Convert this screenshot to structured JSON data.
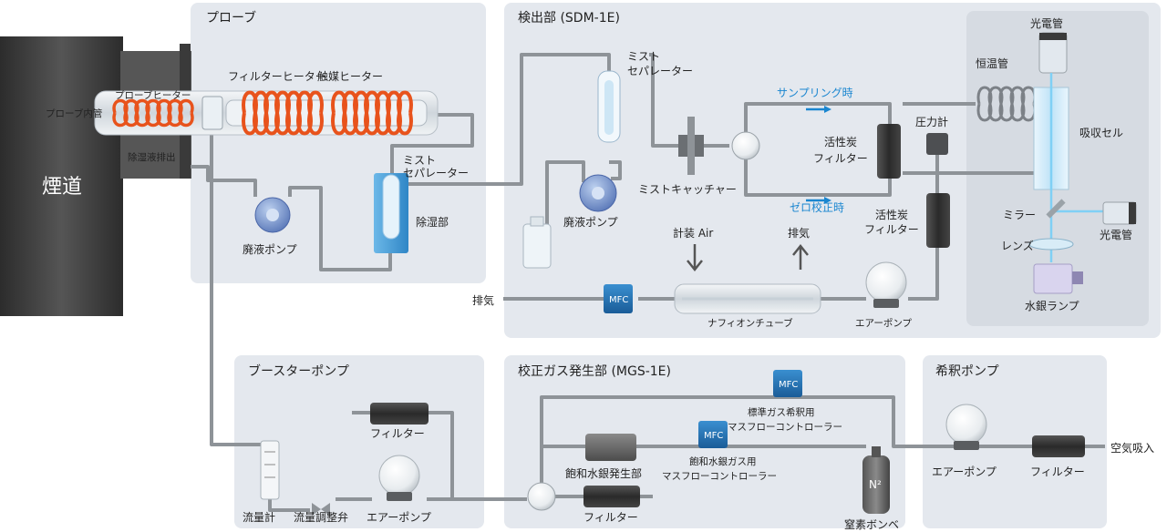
{
  "sections": {
    "probe": "プローブ",
    "detector": "検出部 (SDM-1E)",
    "booster": "ブースターポンプ",
    "calibration": "校正ガス発生部 (MGS-1E)",
    "dilution": "希釈ポンプ"
  },
  "labels": {
    "flue": "煙道",
    "probe_inner_tube": "プローブ内管",
    "probe_heater": "プローブヒーター",
    "filter_heater": "フィルターヒーター",
    "catalyst_heater": "触媒ヒーター",
    "dehumid_drain": "除湿液排出",
    "mist_sep_1a": "ミスト",
    "mist_sep_1b": "セパレーター",
    "dehumidifier": "除湿部",
    "waste_pump_1": "廃液ポンプ",
    "mist_sep_2a": "ミスト",
    "mist_sep_2b": "セパレーター",
    "mist_catcher": "ミストキャッチャー",
    "waste_pump_2": "廃液ポンプ",
    "sampling": "サンプリング時",
    "zero_cal": "ゼロ校正時",
    "ac_filter_1a": "活性炭",
    "ac_filter_1b": "フィルター",
    "ac_filter_2a": "活性炭",
    "ac_filter_2b": "フィルター",
    "pressure_gauge": "圧力計",
    "inst_air": "計装 Air",
    "exhaust_up": "排気",
    "exhaust_left": "排気",
    "mfc": "MFC",
    "nafion": "ナフィオンチューブ",
    "air_pump_det": "エアーポンプ",
    "photo_tube_top": "光電管",
    "thermo_tube": "恒温管",
    "abs_cell": "吸収セル",
    "mirror": "ミラー",
    "lens": "レンズ",
    "photo_tube_right": "光電管",
    "hg_lamp": "水銀ランプ",
    "booster_filter": "フィルター",
    "flowmeter": "流量計",
    "flow_valve": "流量調整弁",
    "booster_pump": "エアーポンプ",
    "std_mfc_a": "標準ガス希釈用",
    "std_mfc_b": "マスフローコントローラー",
    "sat_hg_gen": "飽和水銀発生部",
    "sat_mfc_a": "飽和水銀ガス用",
    "sat_mfc_b": "マスフローコントローラー",
    "cal_filter": "フィルター",
    "n2_mark": "N²",
    "n2_cylinder": "窒素ボンベ",
    "dil_pump": "エアーポンプ",
    "dil_filter": "フィルター",
    "air_intake": "空気吸入"
  },
  "colors": {
    "panel": "#e4e8ee",
    "panel_border": "#cfd4da",
    "pipe": "#8e9398",
    "heater": "#e8531c",
    "flue": "#3e3e3e",
    "mfc": "#1f6fae",
    "flow_arrow": "#1a86d0",
    "filter_dark": "#2b2b2b"
  }
}
